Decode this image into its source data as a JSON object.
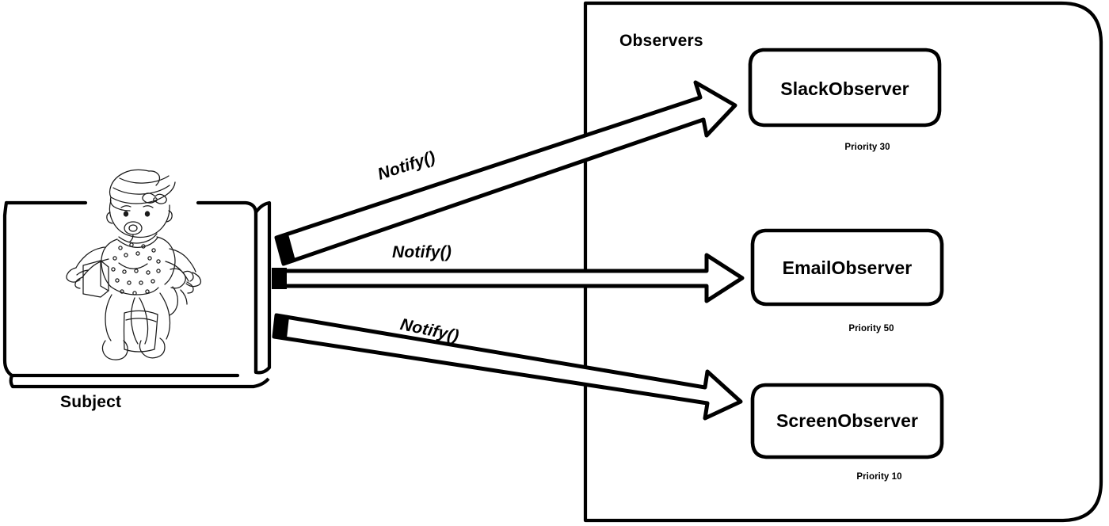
{
  "diagram": {
    "title_subject": "Subject",
    "observers_group_label": "Observers",
    "edge_labels": {
      "to_slack": "Notify()",
      "to_email": "Notify()",
      "to_screen": "Notify()"
    },
    "observers": [
      {
        "name": "SlackObserver",
        "priority_label": "Priority 30"
      },
      {
        "name": "EmailObserver",
        "priority_label": "Priority 50"
      },
      {
        "name": "ScreenObserver",
        "priority_label": "Priority 10"
      }
    ],
    "colors": {
      "stroke": "#000000",
      "background": "#ffffff",
      "arrow_fill": "#ffffff"
    }
  }
}
